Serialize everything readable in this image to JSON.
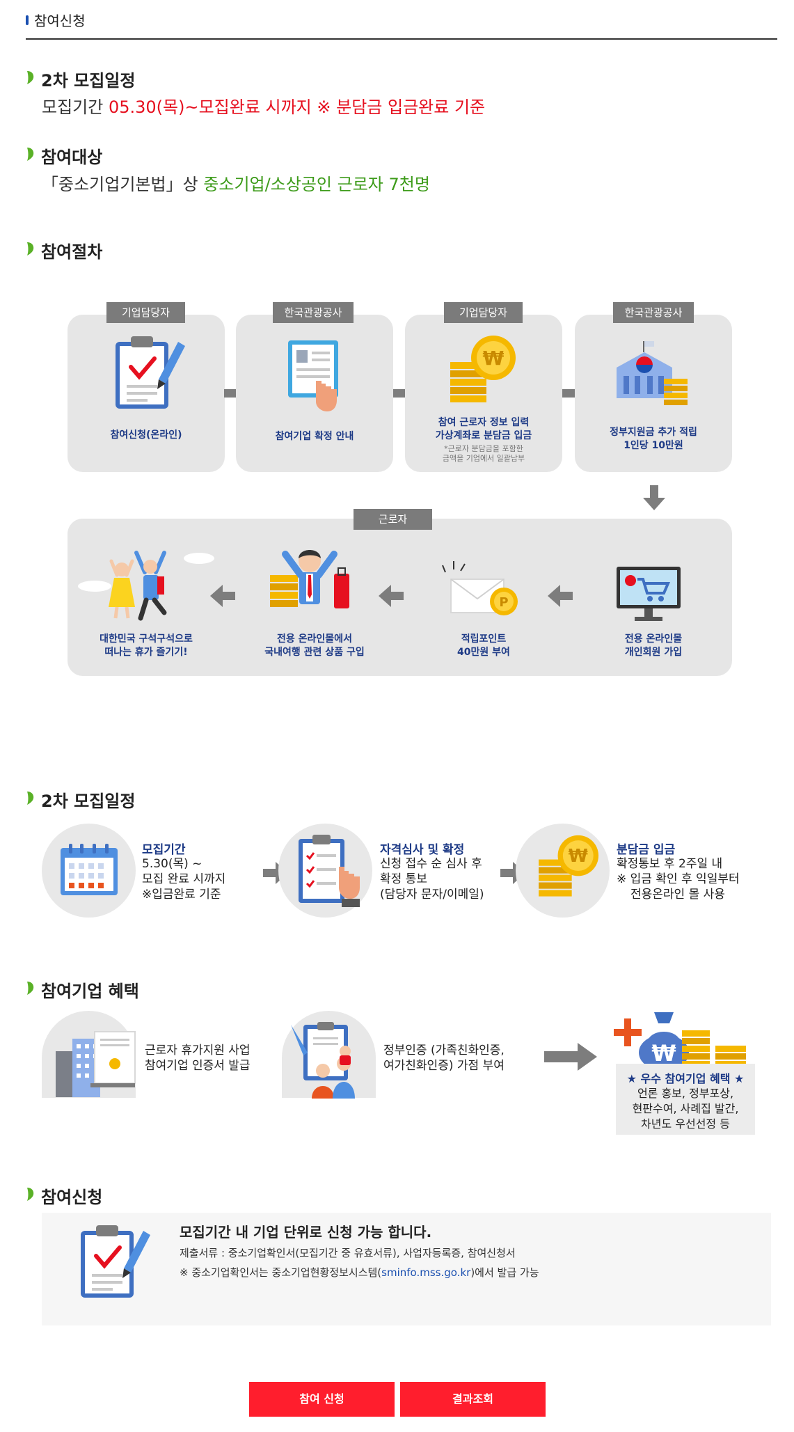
{
  "page_title": "참여신청",
  "colors": {
    "accent_red": "#ff1e2d",
    "highlight_red": "#e6101f",
    "highlight_green": "#3d9b1a",
    "navy": "#1d3a86",
    "leaf_green": "#5ab127"
  },
  "recruit": {
    "heading": "2차 모집일정",
    "prefix": "모집기간 ",
    "highlight": "05.30(목)~모집완료 시까지 ※ 분담금 입금완료 기준"
  },
  "target": {
    "heading": "참여대상",
    "prefix": "「중소기업기본법」상 ",
    "highlight": "중소기업/소상공인 근로자 7천명"
  },
  "procedure": {
    "heading": "참여절차",
    "steps": [
      {
        "role": "기업담당자",
        "label": "참여신청(온라인)",
        "icon": "clipboard-check-icon"
      },
      {
        "role": "한국관광공사",
        "label": "참여기업 확정 안내",
        "icon": "tablet-document-icon"
      },
      {
        "role": "기업담당자",
        "label1": "참여 근로자 정보 입력",
        "label2": "가상계좌로 분담금 입금",
        "note1": "*근로자 분담금을 포함한",
        "note2": "금액을 기업에서 일괄납부",
        "icon": "won-coins-icon"
      },
      {
        "role": "한국관광공사",
        "label1": "정부지원금 추가 적립",
        "label2": "1인당 10만원",
        "icon": "government-building-icon"
      }
    ],
    "worker_role": "근로자",
    "worker_steps": [
      {
        "label1": "전용 온라인몰",
        "label2": "개인회원 가입",
        "icon": "monitor-cart-icon"
      },
      {
        "label1": "적립포인트",
        "label2": "40만원 부여",
        "icon": "envelope-point-icon"
      },
      {
        "label1": "전용 온라인몰에서",
        "label2": "국내여행 관련 상품 구입",
        "icon": "happy-traveler-icon"
      },
      {
        "label1": "대한민국 구석구석으로",
        "label2": "떠나는 휴가 즐기기!",
        "icon": "travelers-jumping-icon"
      }
    ]
  },
  "schedule": {
    "heading": "2차 모집일정",
    "items": [
      {
        "title": "모집기간",
        "line1": "5.30(목) ~",
        "line2": "모집 완료 시까지",
        "line3": "※입금완료 기준",
        "icon": "calendar-icon"
      },
      {
        "title": "자격심사 및 확정",
        "line1": "신청 접수 순 심사 후",
        "line2": "확정 통보",
        "line3": "(담당자 문자/이메일)",
        "icon": "checklist-icon"
      },
      {
        "title": "분담금 입금",
        "line1": "확정통보 후 2주일 내",
        "line2": "※ 입금 확인 후 익일부터",
        "line3": "전용온라인 몰 사용",
        "icon": "won-coins-icon"
      }
    ]
  },
  "benefits": {
    "heading": "참여기업 혜택",
    "item1_line1": "근로자 휴가지원 사업",
    "item1_line2": "참여기업 인증서 발급",
    "item2_line1": "정부인증 (가족친화인증,",
    "item2_line2": "여가친화인증) 가점 부여",
    "box_title": "★ 우수 참여기업 혜택 ★",
    "box_line1": "언론 홍보, 정부포상,",
    "box_line2": "현판수여, 사례집 발간,",
    "box_line3": "차년도 우선선정 등"
  },
  "apply": {
    "heading": "참여신청",
    "main": "모집기간 내 기업 단위로 신청 가능 합니다.",
    "docs": "제출서류 : 중소기업확인서(모집기간 중 유효서류), 사업자등록증, 참여신청서",
    "note_prefix": "※ 중소기업확인서는 중소기업현황정보시스템(",
    "note_link": "sminfo.mss.go.kr",
    "note_suffix": ")에서 발급 가능"
  },
  "buttons": {
    "apply": "참여 신청",
    "result": "결과조회"
  }
}
